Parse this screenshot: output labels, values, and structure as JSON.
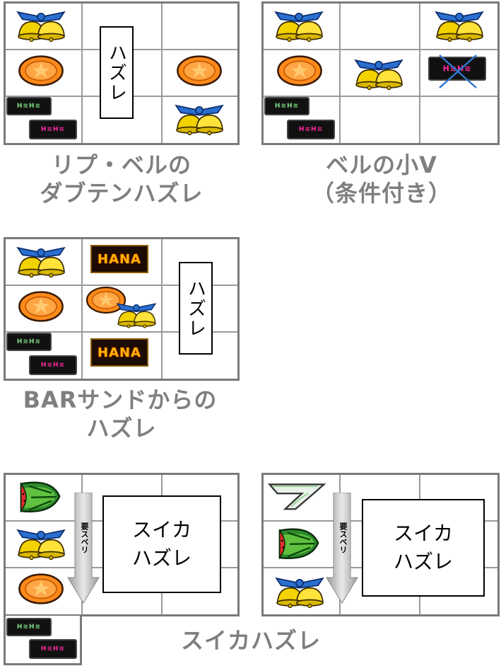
{
  "panels": {
    "p1": {
      "caption_1": "リプ・ベルの",
      "caption_2": "ダブテンハズレ",
      "box_label": "ハズレ"
    },
    "p2": {
      "caption_1": "ベルの小V",
      "caption_2": "（条件付き）"
    },
    "p3": {
      "caption_1": "BARサンドからの",
      "caption_2": "ハズレ",
      "box_label": "ハズレ",
      "hana_label": "HANA"
    },
    "p4": {
      "box_line_1": "スイカ",
      "box_line_2": "ハズレ",
      "arrow_label": "要スベリ"
    },
    "p5": {
      "box_line_1": "スイカ",
      "box_line_2": "ハズレ",
      "arrow_label": "要スベリ"
    },
    "bottom_caption": "スイカハズレ"
  },
  "symbols": {
    "bell": "bell-icon",
    "replay": "orange-replay-icon",
    "bar_green": "bar-green-icon",
    "bar_pink": "bar-pink-icon",
    "watermelon": "watermelon-icon",
    "seven": "seven-icon",
    "hana": "hana-logo"
  },
  "colors": {
    "grid_border": "#7a7a7a",
    "caption": "#7f7f7f",
    "bell": "#f2d200",
    "replay": "#ff8a1a",
    "bar_pink": "#ff2aa0",
    "bar_green": "#7fdc7f",
    "cross": "#2f78d0"
  }
}
